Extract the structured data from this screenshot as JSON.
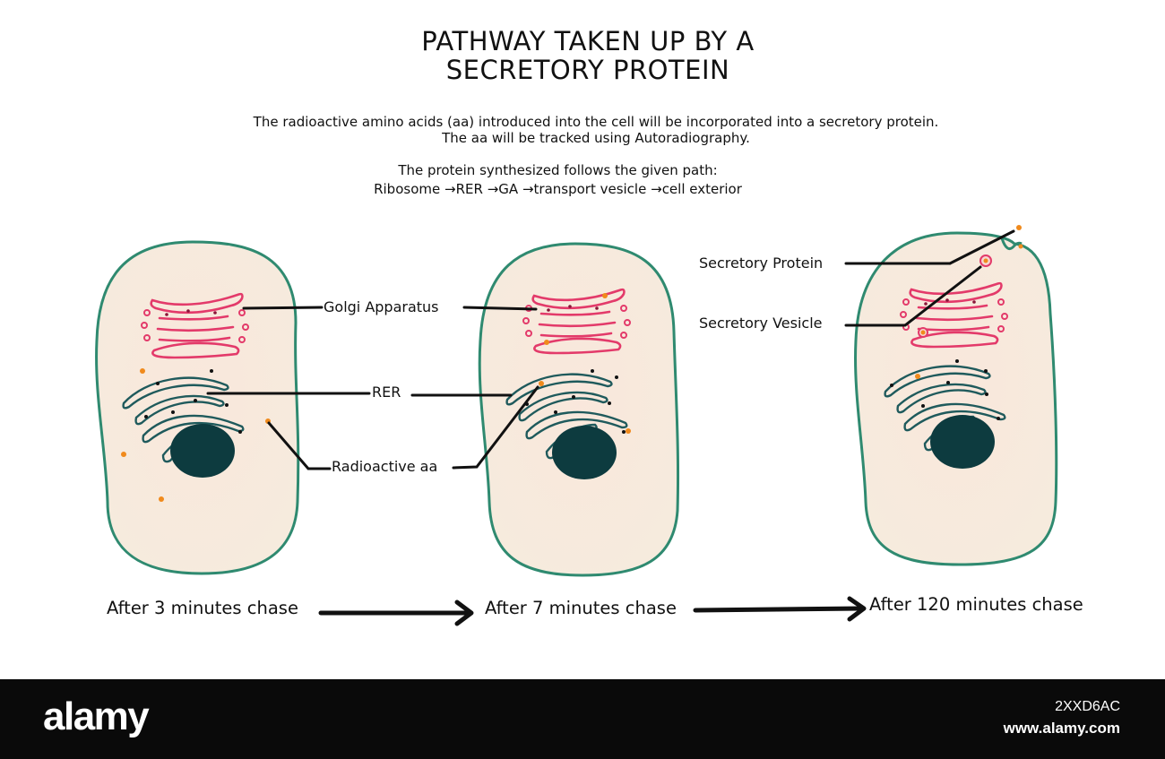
{
  "title": {
    "line1": "PATHWAY TAKEN UP BY A",
    "line2": "SECRETORY PROTEIN"
  },
  "description": {
    "line1": "The radioactive amino acids (aa) introduced into the cell will be incorporated into a secretory protein.",
    "line2": "The aa will be tracked using Autoradiography."
  },
  "pathway": {
    "intro": "The protein synthesized follows the given path:",
    "steps": [
      "Ribosome",
      "RER",
      "GA",
      "transport vesicle",
      "cell exterior"
    ],
    "arrow": "→"
  },
  "labels": {
    "golgi": "Golgi Apparatus",
    "rer": "RER",
    "radioactive_aa": "Radioactive aa",
    "secretory_protein": "Secretory Protein",
    "secretory_vesicle": "Secretory Vesicle"
  },
  "stages": [
    {
      "label": "After 3 minutes chase"
    },
    {
      "label": "After 7 minutes chase"
    },
    {
      "label": "After 120 minutes chase"
    }
  ],
  "footer": {
    "brand": "alamy",
    "image_id": "2XXD6AC",
    "site": "www.alamy.com"
  },
  "colors": {
    "membrane": "#2f8a70",
    "cytoplasm": "#f8eadf",
    "golgi": "#e33a6a",
    "rer": "#1f5a5c",
    "nucleus": "#0d3b3f",
    "radioactive": "#f08a1c",
    "footer": "#0a0a0a"
  }
}
